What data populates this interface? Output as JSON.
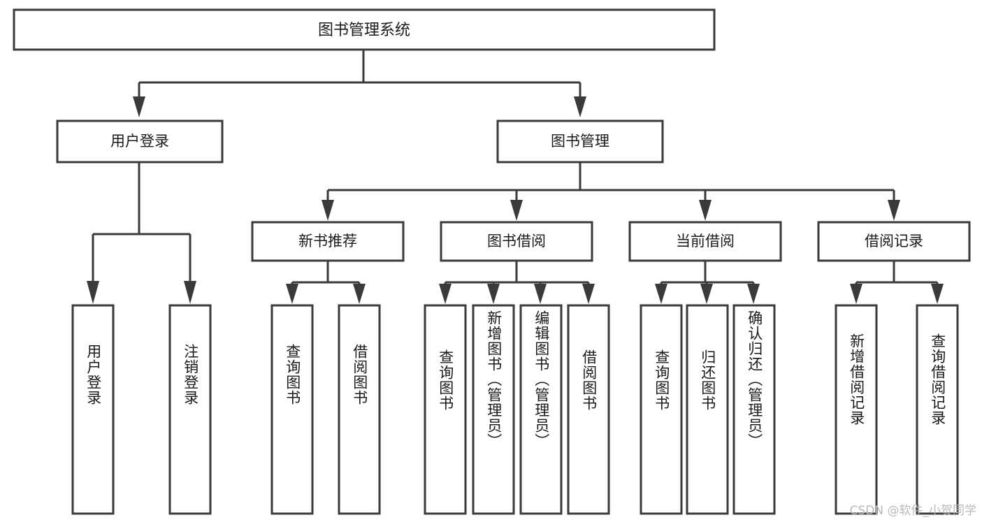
{
  "diagram": {
    "title": "图书管理系统",
    "type": "hierarchy-tree",
    "watermark": "CSDN @软件_小贺同学",
    "colors": {
      "stroke": "#3a3a3a",
      "fill": "#ffffff",
      "text": "#1a1a1a",
      "watermark": "#b9b9b9",
      "background": "#ffffff"
    },
    "root": {
      "label": "图书管理系统"
    },
    "level2": [
      {
        "label": "用户登录"
      },
      {
        "label": "图书管理"
      }
    ],
    "level3": [
      {
        "label": "新书推荐"
      },
      {
        "label": "图书借阅"
      },
      {
        "label": "当前借阅"
      },
      {
        "label": "借阅记录"
      }
    ],
    "leaves_user_login": [
      {
        "label": "用户登录"
      },
      {
        "label": "注销登录"
      }
    ],
    "leaves_new_book": [
      {
        "label": "查询图书"
      },
      {
        "label": "借阅图书"
      }
    ],
    "leaves_borrow": [
      {
        "label": "查询图书"
      },
      {
        "label": "新增图书（管理员）"
      },
      {
        "label": "编辑图书（管理员）"
      },
      {
        "label": "借阅图书"
      }
    ],
    "leaves_current": [
      {
        "label": "查询图书"
      },
      {
        "label": "归还图书"
      },
      {
        "label": "确认归还（管理员）"
      }
    ],
    "leaves_records": [
      {
        "label": "新增借阅记录"
      },
      {
        "label": "查询借阅记录"
      }
    ]
  }
}
